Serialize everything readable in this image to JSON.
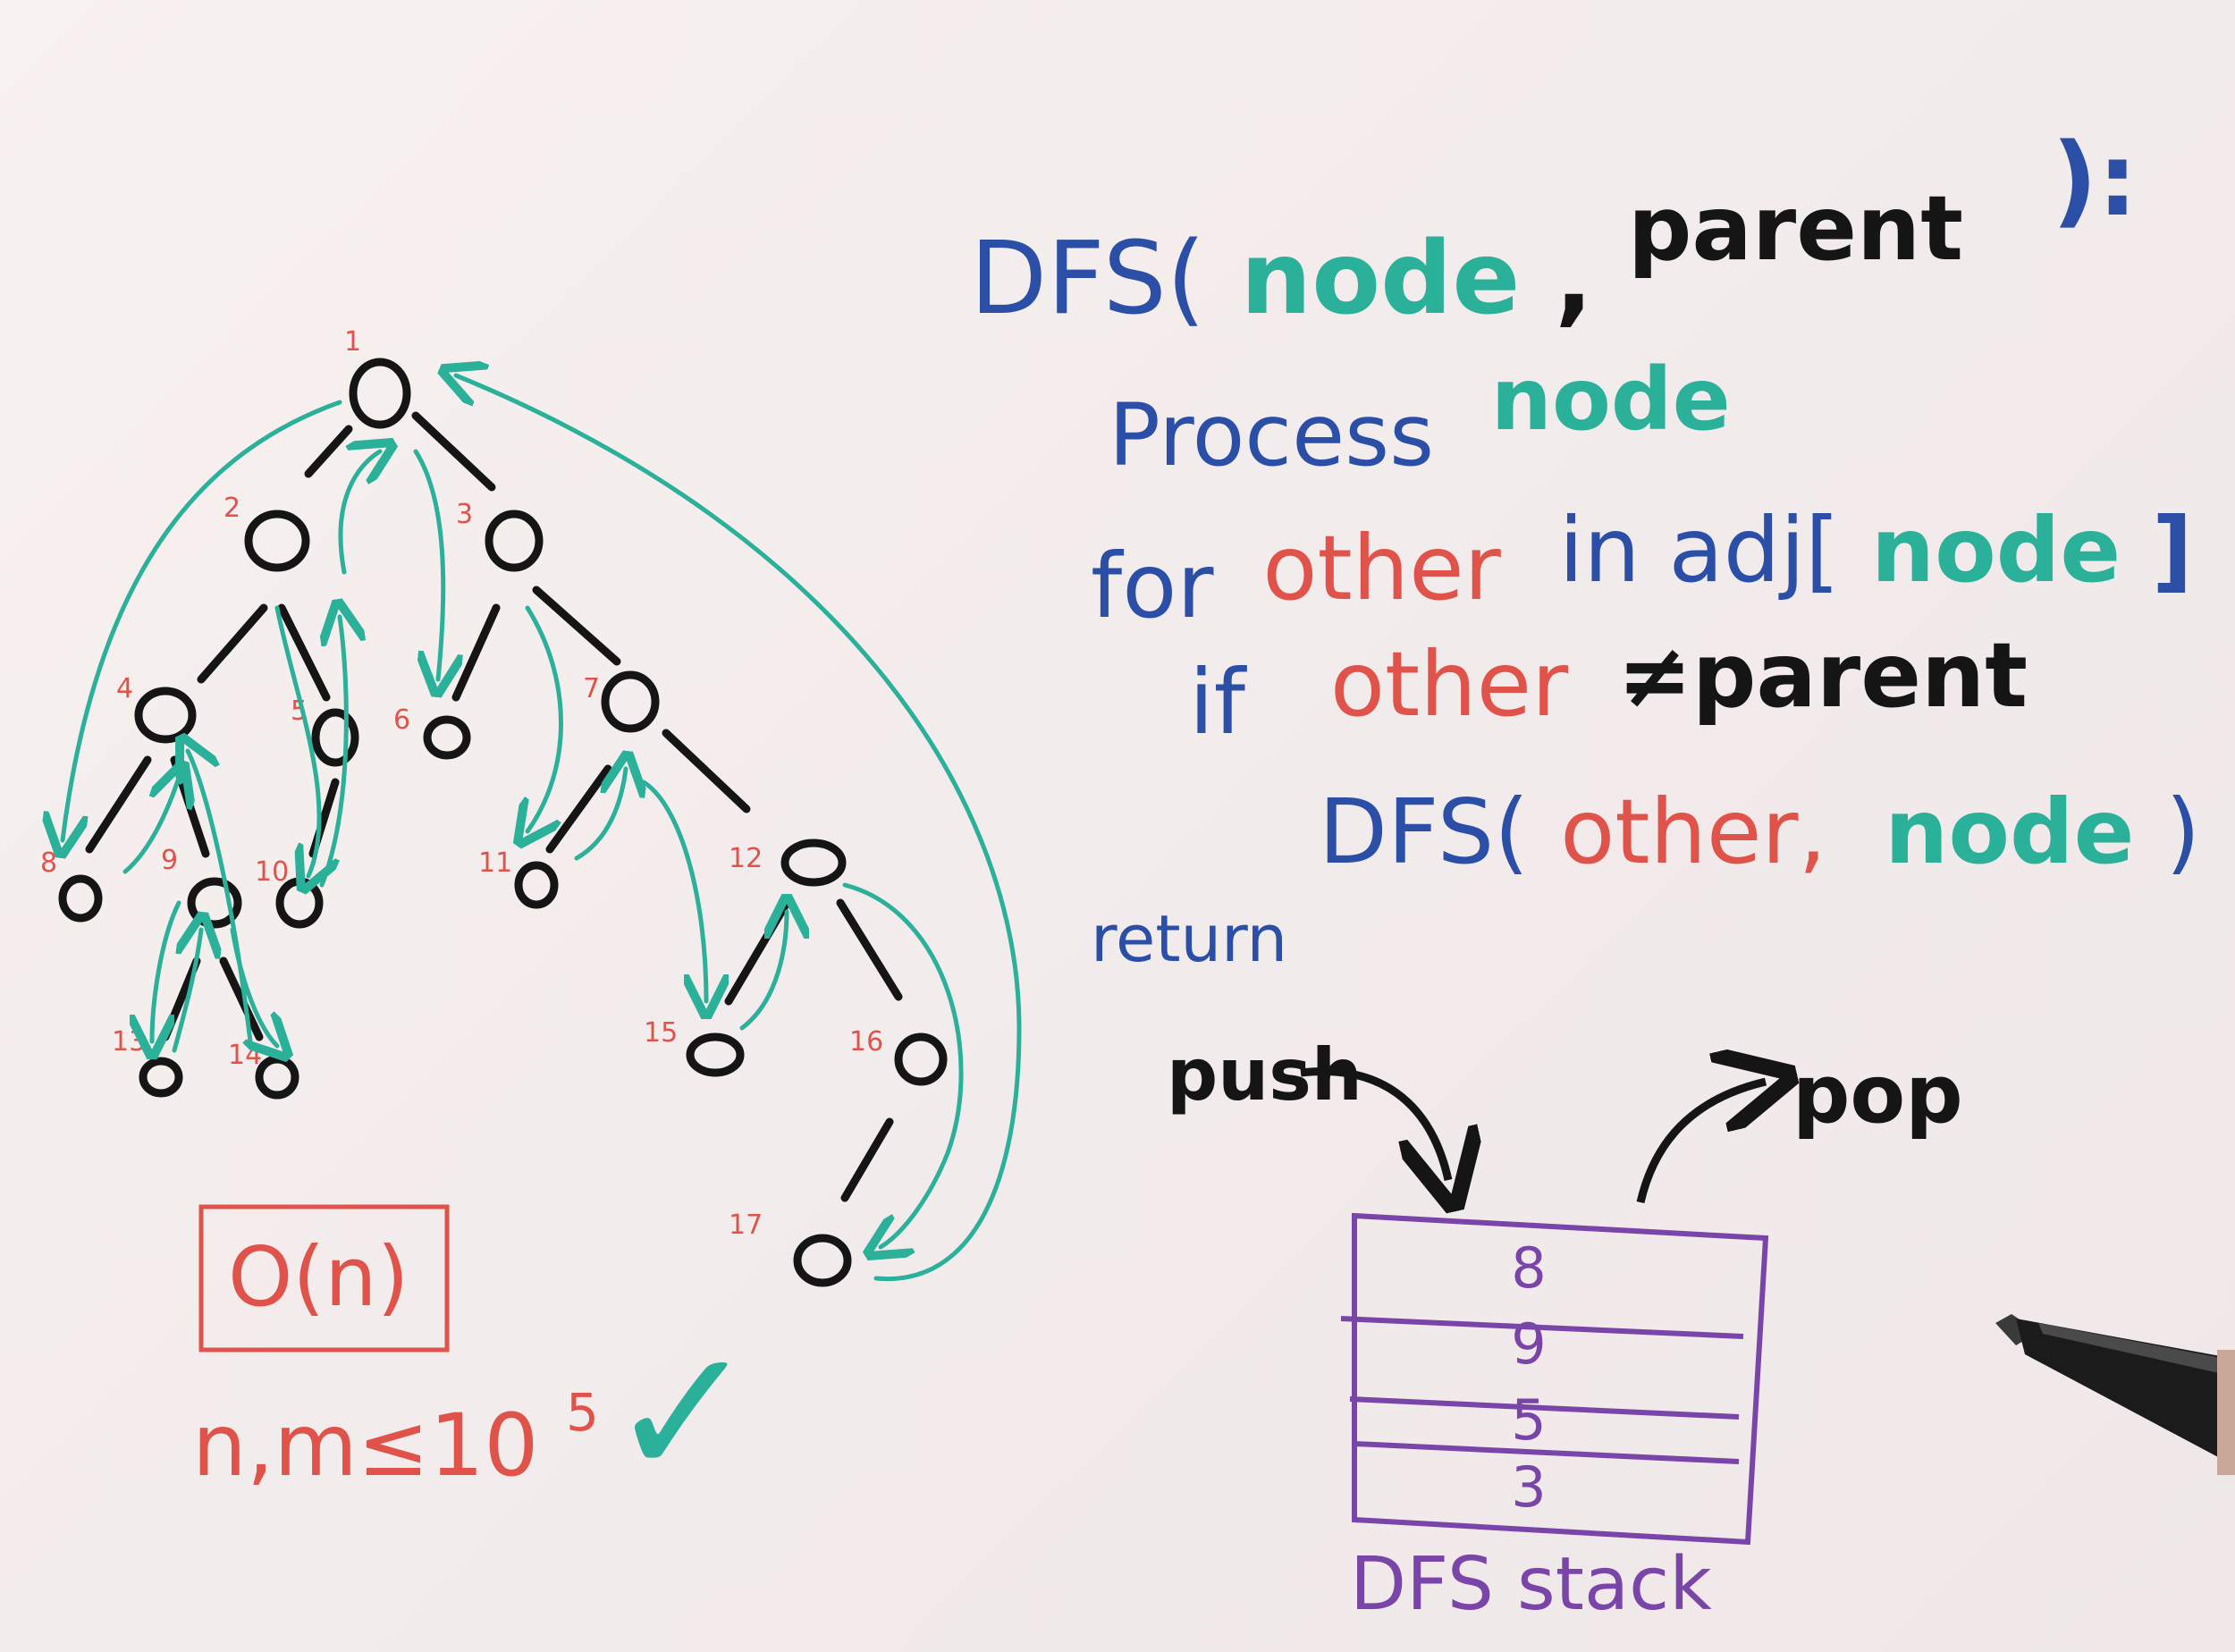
{
  "colors": {
    "blue": "#2b4fa6",
    "teal": "#2bb09a",
    "red": "#e0534a",
    "black": "#151515",
    "purple": "#7a45a8",
    "board": "#f4eeee"
  },
  "code": {
    "dfs": "DFS(",
    "node": "node",
    "comma": ",",
    "parent": "parent",
    "close": "):",
    "process": "Process",
    "process_node": "node",
    "for": "for",
    "other": "other",
    "in_adj": "in adj[",
    "adj_node": "node",
    "adj_close": "]",
    "if": "if",
    "if_other": "other",
    "neq_parent": "≠parent",
    "call_dfs": "DFS(",
    "call_other": "other,",
    "call_node": "node",
    "call_close": ")",
    "return": "return"
  },
  "stack": {
    "push": "push",
    "pop": "pop",
    "items": [
      "8",
      "9",
      "5",
      "3"
    ],
    "label": "DFS stack"
  },
  "complexity": {
    "big_o": "O(n)",
    "constraint": "n,m≤10",
    "exponent": "5",
    "check": "✓"
  },
  "tree": {
    "node_labels": [
      "1",
      "2",
      "3",
      "4",
      "5",
      "6",
      "7",
      "8",
      "9",
      "10",
      "11",
      "12",
      "13",
      "14",
      "15",
      "16",
      "17"
    ]
  },
  "icons": [
    "marker-pen-icon",
    "check-icon"
  ]
}
